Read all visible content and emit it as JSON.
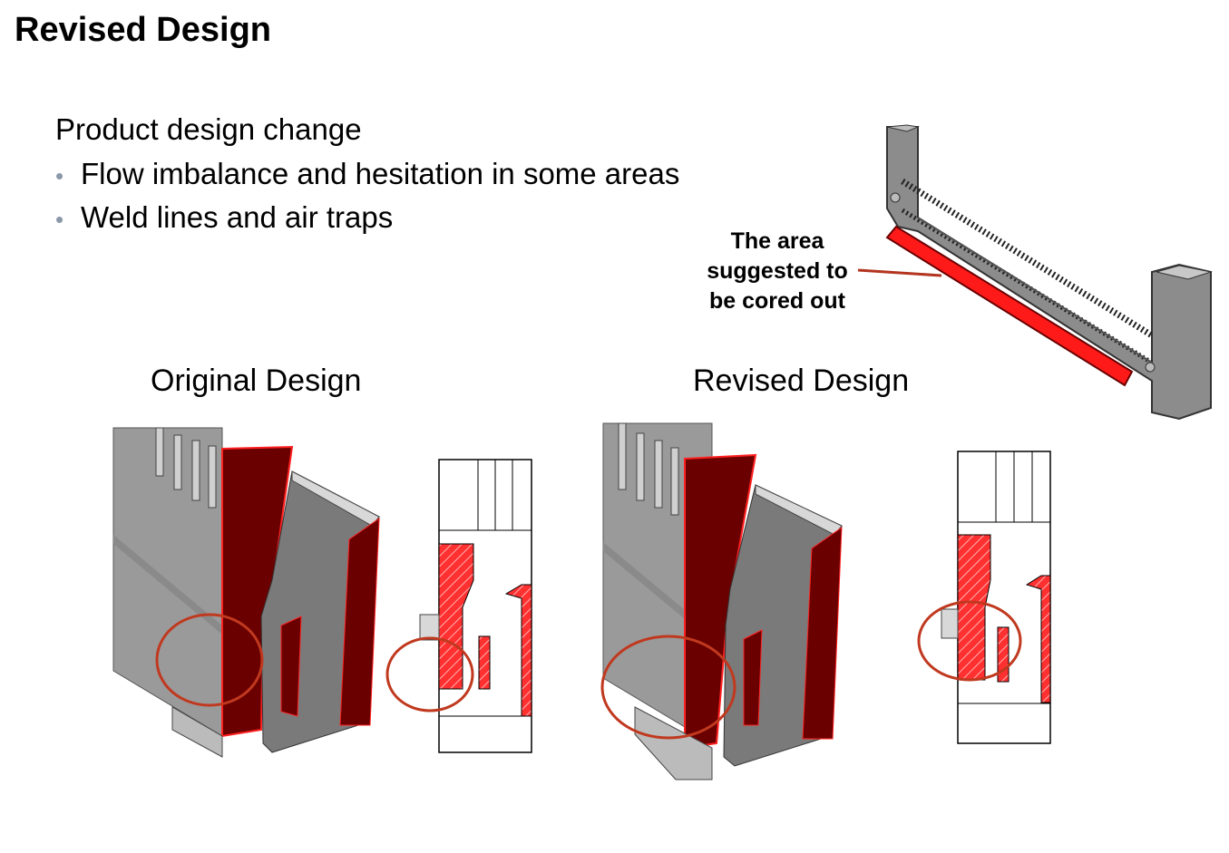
{
  "page": {
    "title": "Revised Design",
    "intro": "Product design change",
    "bullets": [
      "Flow imbalance and hesitation in some areas",
      "Weld lines and air traps"
    ]
  },
  "callout": {
    "lines": [
      "The area",
      "suggested to",
      "be cored out"
    ]
  },
  "figures": {
    "original_label": "Original Design",
    "revised_label": "Revised Design"
  },
  "colors": {
    "highlight_red": "#ff1a1a",
    "section_dark_red": "#6b0000",
    "circle_red": "#c0391f",
    "part_gray": "#9a9a9a"
  }
}
